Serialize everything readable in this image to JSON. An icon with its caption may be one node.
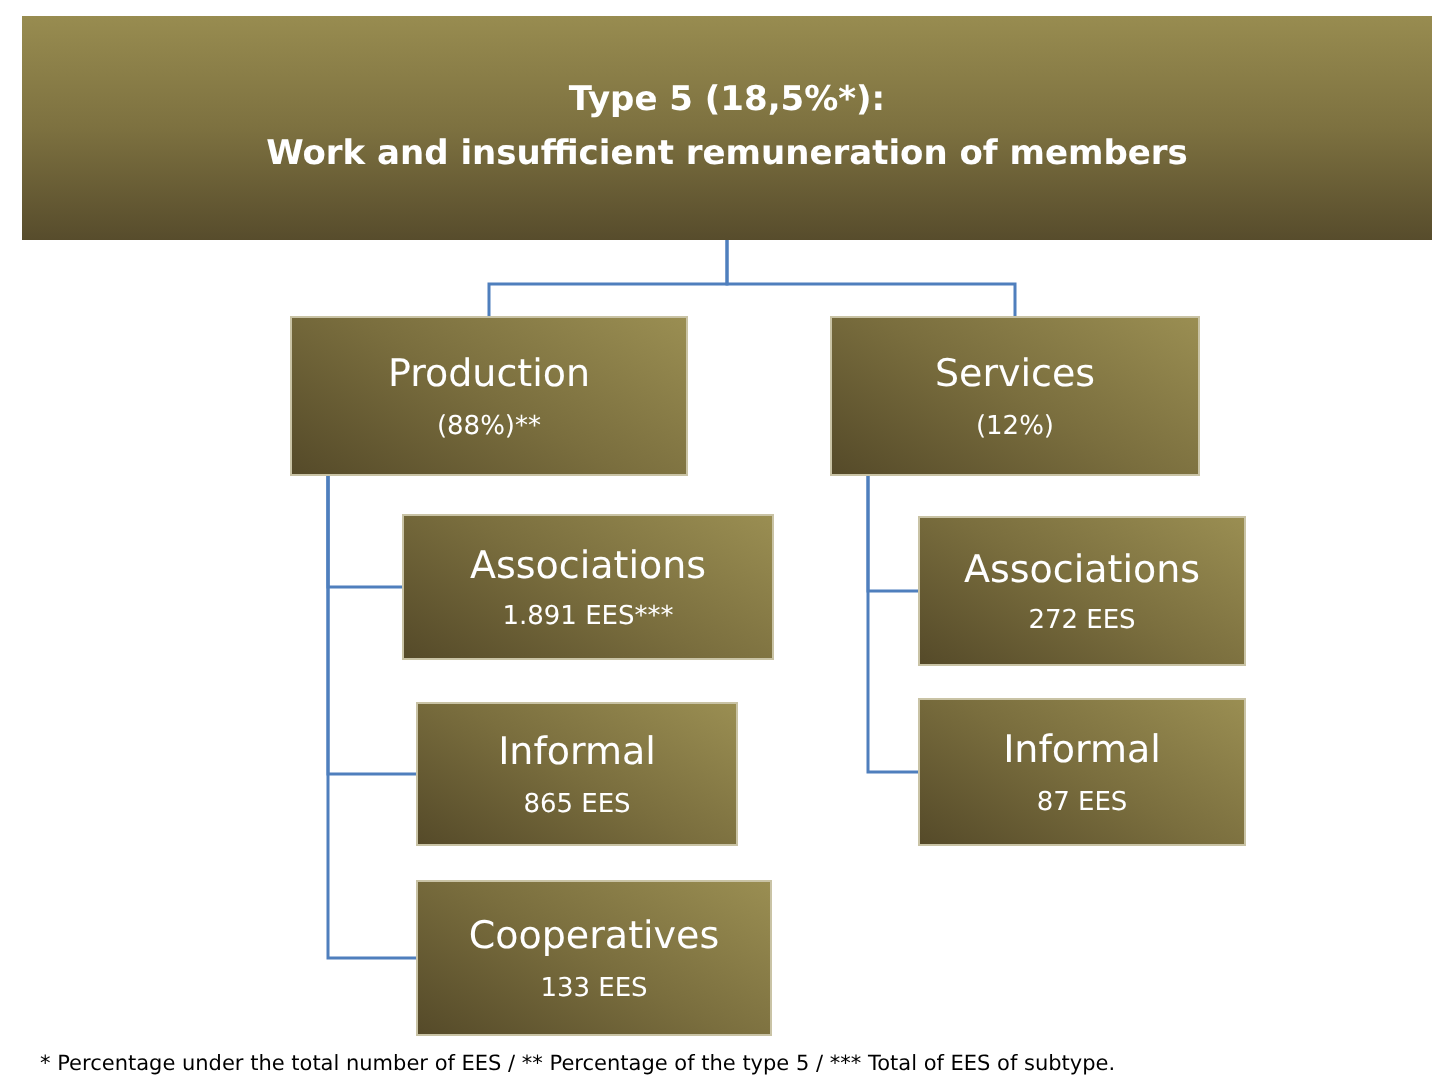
{
  "diagram": {
    "nodes": [
      {
        "text": [
          "Type 5 (18,5%*):",
          "Work and insufficient remuneration of members"
        ]
      },
      {
        "text": [
          "Production",
          "(88%)**"
        ]
      },
      {
        "text": [
          "Services",
          "(12%)"
        ]
      },
      {
        "text": [
          "Associations",
          "1.891 EES***"
        ]
      },
      {
        "text": [
          "Informal",
          "865 EES"
        ]
      },
      {
        "text": [
          "Cooperatives",
          "133 EES"
        ]
      },
      {
        "text": [
          "Associations",
          "272 EES"
        ]
      },
      {
        "text": [
          "Informal",
          "87 EES"
        ]
      }
    ],
    "edges": [
      {
        "from": 0,
        "to": 1,
        "arrow": "none"
      },
      {
        "from": 0,
        "to": 2,
        "arrow": "none"
      },
      {
        "from": 1,
        "to": 3,
        "arrow": "none"
      },
      {
        "from": 1,
        "to": 4,
        "arrow": "none"
      },
      {
        "from": 1,
        "to": 5,
        "arrow": "none"
      },
      {
        "from": 2,
        "to": 6,
        "arrow": "none"
      },
      {
        "from": 2,
        "to": 7,
        "arrow": "none"
      }
    ],
    "labels": [
      "* Percentage under the total number of EES / ** Percentage of the type 5 / *** Total of EES of subtype."
    ]
  }
}
